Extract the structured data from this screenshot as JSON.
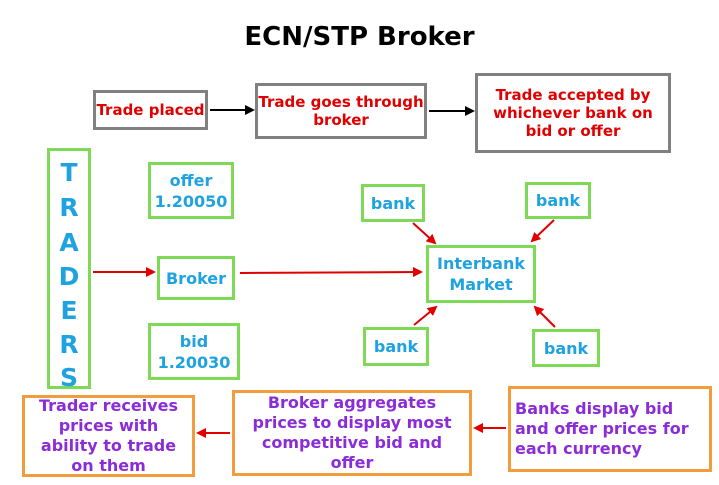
{
  "title": "ECN/STP Broker",
  "flow": {
    "step1": "Trade placed",
    "step2": "Trade goes through broker",
    "step3": "Trade  accepted by whichever bank on bid or offer"
  },
  "traders_letters": [
    "T",
    "R",
    "A",
    "D",
    "E",
    "R",
    "S"
  ],
  "offer": {
    "label": "offer",
    "value": "1.20050"
  },
  "bid": {
    "label": "bid",
    "value": "1.20030"
  },
  "broker": "Broker",
  "interbank": "Interbank Market",
  "banks": {
    "top_left": "bank",
    "top_right": "bank",
    "bottom_left": "bank",
    "bottom_right": "bank"
  },
  "bottom": {
    "left": "Trader receives prices with ability to trade on them",
    "middle": "Broker aggregates prices to display most competitive bid and offer",
    "right": "Banks display bid and offer prices for each currency"
  },
  "colors": {
    "red_arrow": "#e00000",
    "black_arrow": "#000000",
    "green_border": "#7ed957",
    "orange_border": "#f39c3c",
    "grey_border": "#808080"
  }
}
